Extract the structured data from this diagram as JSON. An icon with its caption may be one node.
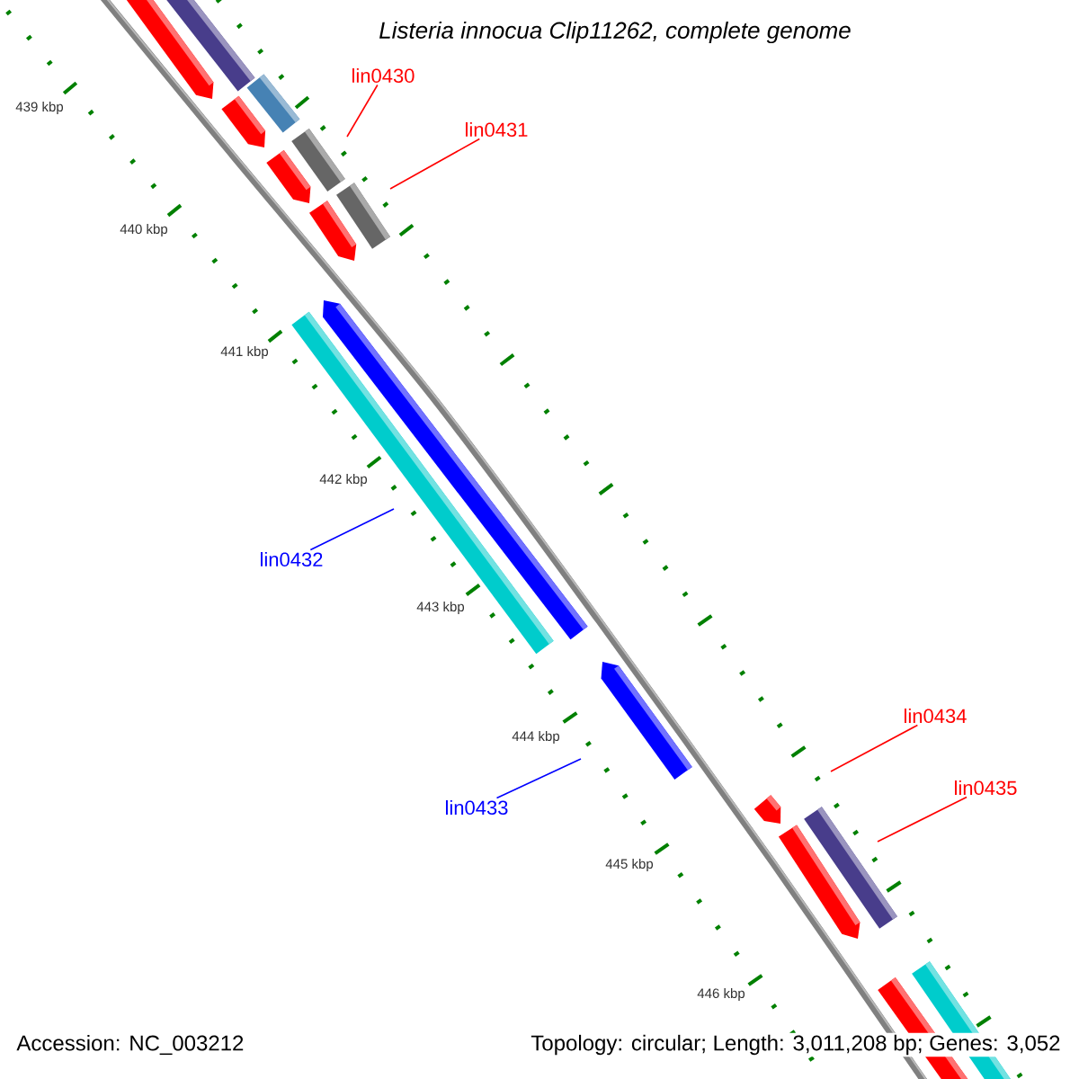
{
  "diagram": {
    "title": "Listeria innocua Clip11262, complete genome",
    "nodes": [
      {
        "text": [
          "lin0430"
        ]
      },
      {
        "text": [
          "lin0431"
        ]
      },
      {
        "text": [
          "lin0432"
        ]
      },
      {
        "text": [
          "lin0433"
        ]
      },
      {
        "text": [
          "lin0434"
        ]
      },
      {
        "text": [
          "lin0435"
        ]
      }
    ],
    "edges": [
      {
        "from": 0,
        "to": null,
        "arrow": "none"
      },
      {
        "from": 1,
        "to": null,
        "arrow": "none"
      },
      {
        "from": 2,
        "to": null,
        "arrow": "none",
        "color": "#0000ff"
      },
      {
        "from": 3,
        "to": null,
        "arrow": "none",
        "color": "#0000ff"
      },
      {
        "from": 4,
        "to": null,
        "arrow": "none"
      },
      {
        "from": 5,
        "to": null,
        "arrow": "none"
      }
    ],
    "labels": [
      "439 kbp",
      "440 kbp",
      "441 kbp",
      "442 kbp",
      "443 kbp",
      "444 kbp",
      "445 kbp",
      "446 kbp",
      "Accession: NC_003212",
      "Topology: circular; Length: 3,011,208 bp; Genes: 3,052"
    ]
  }
}
